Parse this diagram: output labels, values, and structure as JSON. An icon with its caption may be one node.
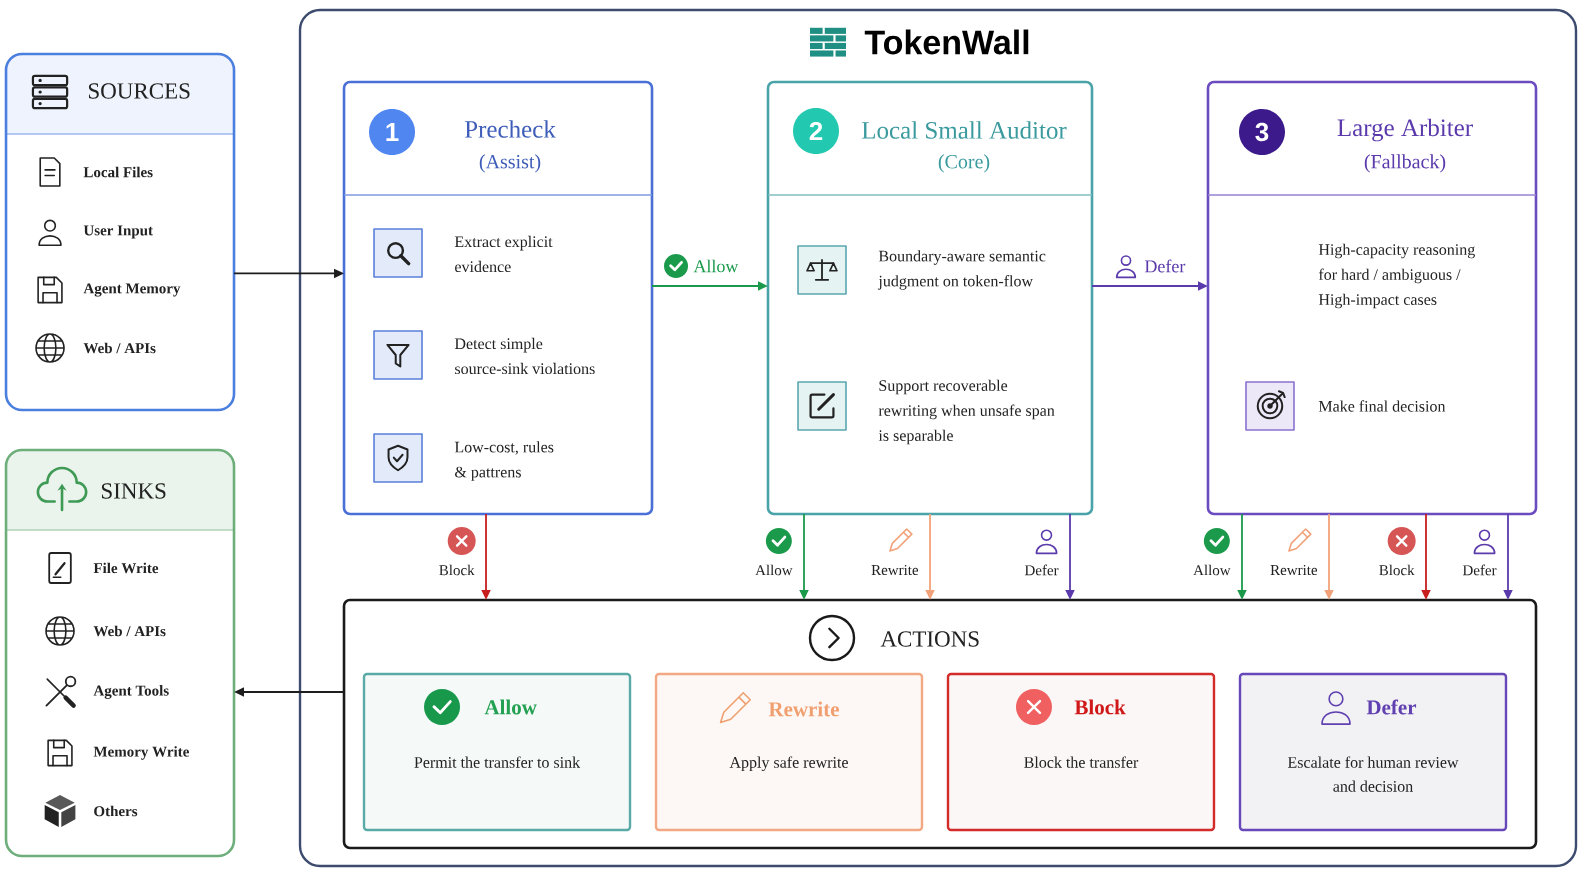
{
  "diagram": {
    "nodes": [
      {
        "text": [
          "TokenWall"
        ]
      },
      {
        "text": [
          "SOURCES",
          "Local Files",
          "User Input",
          "Agent Memory",
          "Web / APIs"
        ]
      },
      {
        "text": [
          "SINKS",
          "File Write",
          "Web / APIs",
          "Agent Tools",
          "Memory Write",
          "Others"
        ]
      },
      {
        "text": [
          "1",
          "Precheck",
          "(Assist)",
          "Extract explicit evidence",
          "Detect simple source-sink violations",
          "Low-cost, rules & pattrens"
        ],
        "in": 0
      },
      {
        "text": [
          "2",
          "Local Small Auditor",
          "(Core)",
          "Boundary-aware semantic judgment on token-flow",
          "Support recoverable rewriting when unsafe span is separable"
        ],
        "in": 0
      },
      {
        "text": [
          "3",
          "Large Arbiter",
          "(Fallback)",
          "High-capacity reasoning for hard / ambiguous / High-impact cases",
          "Make final decision"
        ],
        "in": 0
      },
      {
        "text": [
          "ACTIONS"
        ],
        "in": 0
      },
      {
        "text": [
          "Allow",
          "Permit the transfer to sink"
        ],
        "in": 6
      },
      {
        "text": [
          "Rewrite",
          "Apply safe rewrite"
        ],
        "in": 6
      },
      {
        "text": [
          "Block",
          "Block the transfer"
        ],
        "in": 6
      },
      {
        "text": [
          "Defer",
          "Escalate for human review and decision"
        ],
        "in": 6
      }
    ],
    "edges": [
      {
        "from": 1,
        "to": 3,
        "arrow": "to",
        "color": "#1E1E1E"
      },
      {
        "from": 3,
        "to": 4,
        "arrow": "to",
        "label": "Allow",
        "color": "#1A9A4A"
      },
      {
        "from": 4,
        "to": 5,
        "arrow": "to",
        "label": "Defer",
        "color": "#5B3AAC"
      },
      {
        "from": 3,
        "to": 6,
        "arrow": "to",
        "label": "Block",
        "color": "#C81E1E"
      },
      {
        "from": 4,
        "to": 6,
        "arrow": "to",
        "label": "Allow",
        "color": "#1A9A4A"
      },
      {
        "from": 4,
        "to": 6,
        "arrow": "to",
        "label": "Rewrite",
        "color": "#F2A27A"
      },
      {
        "from": 4,
        "to": 6,
        "arrow": "to",
        "label": "Defer",
        "color": "#5B3AAC"
      },
      {
        "from": 5,
        "to": 6,
        "arrow": "to",
        "label": "Allow",
        "color": "#1A9A4A"
      },
      {
        "from": 5,
        "to": 6,
        "arrow": "to",
        "label": "Rewrite",
        "color": "#F2A27A"
      },
      {
        "from": 5,
        "to": 6,
        "arrow": "to",
        "label": "Block",
        "color": "#C81E1E"
      },
      {
        "from": 5,
        "to": 6,
        "arrow": "to",
        "label": "Defer",
        "color": "#5B3AAC"
      },
      {
        "from": 6,
        "to": 2,
        "arrow": "to",
        "color": "#1E1E1E"
      }
    ]
  }
}
